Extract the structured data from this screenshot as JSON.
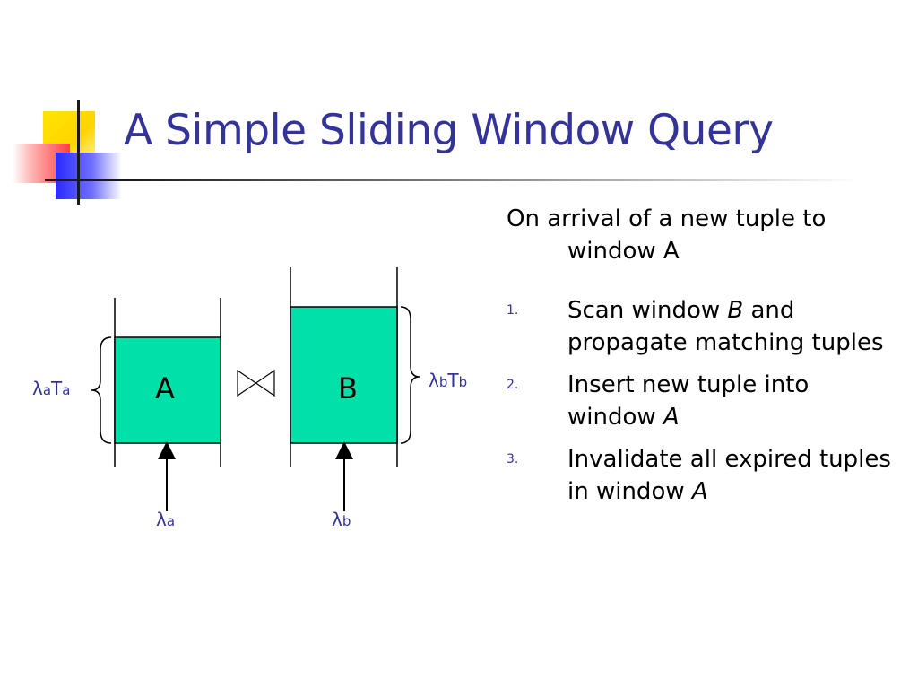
{
  "slide": {
    "title": "A Simple Sliding Window Query"
  },
  "content": {
    "intro": "On arrival of a new tuple to window A",
    "steps": [
      {
        "number": "1.",
        "before": "Scan window ",
        "em": "B",
        "after": " and propagate matching tuples"
      },
      {
        "number": "2.",
        "before": "Insert new tuple into window ",
        "em": "A",
        "after": ""
      },
      {
        "number": "3.",
        "before": "Invalidate all expired tuples in window ",
        "em": "A",
        "after": ""
      }
    ]
  },
  "diagram": {
    "window_a": {
      "label": "A",
      "size_label": {
        "lambda": "λ",
        "sub1": "a",
        "t": "T",
        "sub2": "a"
      },
      "rate_label": {
        "lambda": "λ",
        "sub": "a"
      }
    },
    "window_b": {
      "label": "B",
      "size_label": {
        "lambda": "λ",
        "sub1": "b",
        "t": "T",
        "sub2": "b"
      },
      "rate_label": {
        "lambda": "λ",
        "sub": "b"
      }
    },
    "join_symbol": "bowtie-join-icon"
  },
  "colors": {
    "title": "#333399",
    "window_fill": "#00e0a8",
    "label": "#333399"
  }
}
